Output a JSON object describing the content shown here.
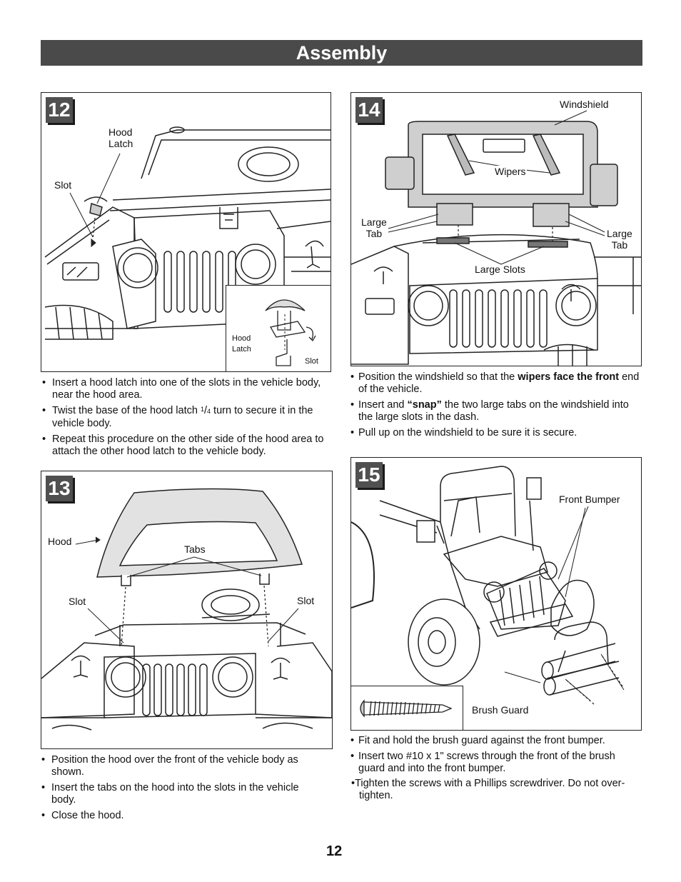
{
  "header": {
    "title": "Assembly"
  },
  "step12": {
    "number": "12",
    "labels": {
      "hood_latch": "Hood\nLatch",
      "slot": "Slot",
      "inset_hood_latch": "Hood\nLatch",
      "inset_slot": "Slot"
    },
    "instructions": [
      "Insert a hood latch into one of the slots in the vehicle body, near the hood area.",
      "Repeat this procedure on the other side of the hood area to attach the other hood latch to the vehicle body."
    ],
    "twist": {
      "before": "Twist the base of the hood latch ",
      "num": "1",
      "den": "4",
      "after": " turn to secure it in the vehicle body."
    }
  },
  "step13": {
    "number": "13",
    "labels": {
      "hood": "Hood",
      "tabs": "Tabs",
      "slot_left": "Slot",
      "slot_right": "Slot"
    },
    "instructions": [
      "Position the hood over the front of the vehicle body as shown.",
      "Insert the tabs on the hood into the slots in the vehicle body.",
      "Close the hood."
    ]
  },
  "step14": {
    "number": "14",
    "labels": {
      "windshield": "Windshield",
      "wipers": "Wipers",
      "large_tab_left": "Large\nTab",
      "large_tab_right": "Large\nTab",
      "large_slots": "Large Slots"
    },
    "instr1": {
      "before": "Position the windshield so that the ",
      "bold": "wipers face the front",
      "after": " end of the vehicle."
    },
    "instr2": {
      "before": "Insert and ",
      "bold": "“snap”",
      "after": " the two large tabs on the windshield into the large slots in the dash."
    },
    "instr3": "Pull up on the windshield to be sure it is secure."
  },
  "step15": {
    "number": "15",
    "labels": {
      "front_bumper": "Front Bumper",
      "brush_guard": "Brush Guard"
    },
    "instructions": [
      "Fit and hold the brush guard against the front bumper.",
      "Insert two #10 x 1\" screws through the front of the brush guard and into the front bumper."
    ],
    "last_instruction": "Tighten the screws with a Phillips screwdriver. Do not over-tighten."
  },
  "footer": {
    "page_number": "12"
  }
}
